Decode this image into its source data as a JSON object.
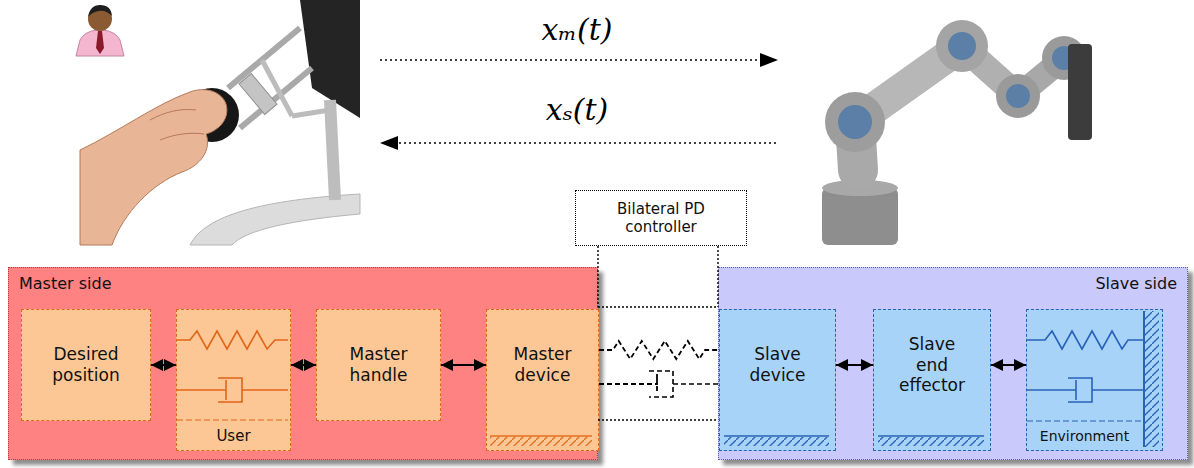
{
  "diagram": {
    "nodes": [
      {
        "text": [
          "Bilateral PD controller"
        ]
      },
      {
        "text": [
          "Master side"
        ]
      },
      {
        "text": [
          "Desired position"
        ],
        "in": 1
      },
      {
        "text": [
          "User"
        ],
        "in": 1
      },
      {
        "text": [
          "Master handle"
        ],
        "in": 1
      },
      {
        "text": [
          "Master device"
        ],
        "in": 1
      },
      {
        "text": [
          "Slave side"
        ]
      },
      {
        "text": [
          "Slave device"
        ],
        "in": 6
      },
      {
        "text": [
          "Slave end effector"
        ],
        "in": 6
      },
      {
        "text": [
          "Environment"
        ],
        "in": 6
      }
    ],
    "edges": [
      {
        "from": 2,
        "to": 3,
        "arrow": "both"
      },
      {
        "from": 3,
        "to": 4,
        "arrow": "both"
      },
      {
        "from": 4,
        "to": 5,
        "arrow": "both"
      },
      {
        "from": 5,
        "to": 7,
        "arrow": "none"
      },
      {
        "from": 5,
        "to": 7,
        "arrow": "none"
      },
      {
        "from": 7,
        "to": 8,
        "arrow": "both"
      },
      {
        "from": 8,
        "to": 9,
        "arrow": "both"
      }
    ],
    "labels": [
      "xₘ(t)",
      "xₛ(t)"
    ]
  }
}
